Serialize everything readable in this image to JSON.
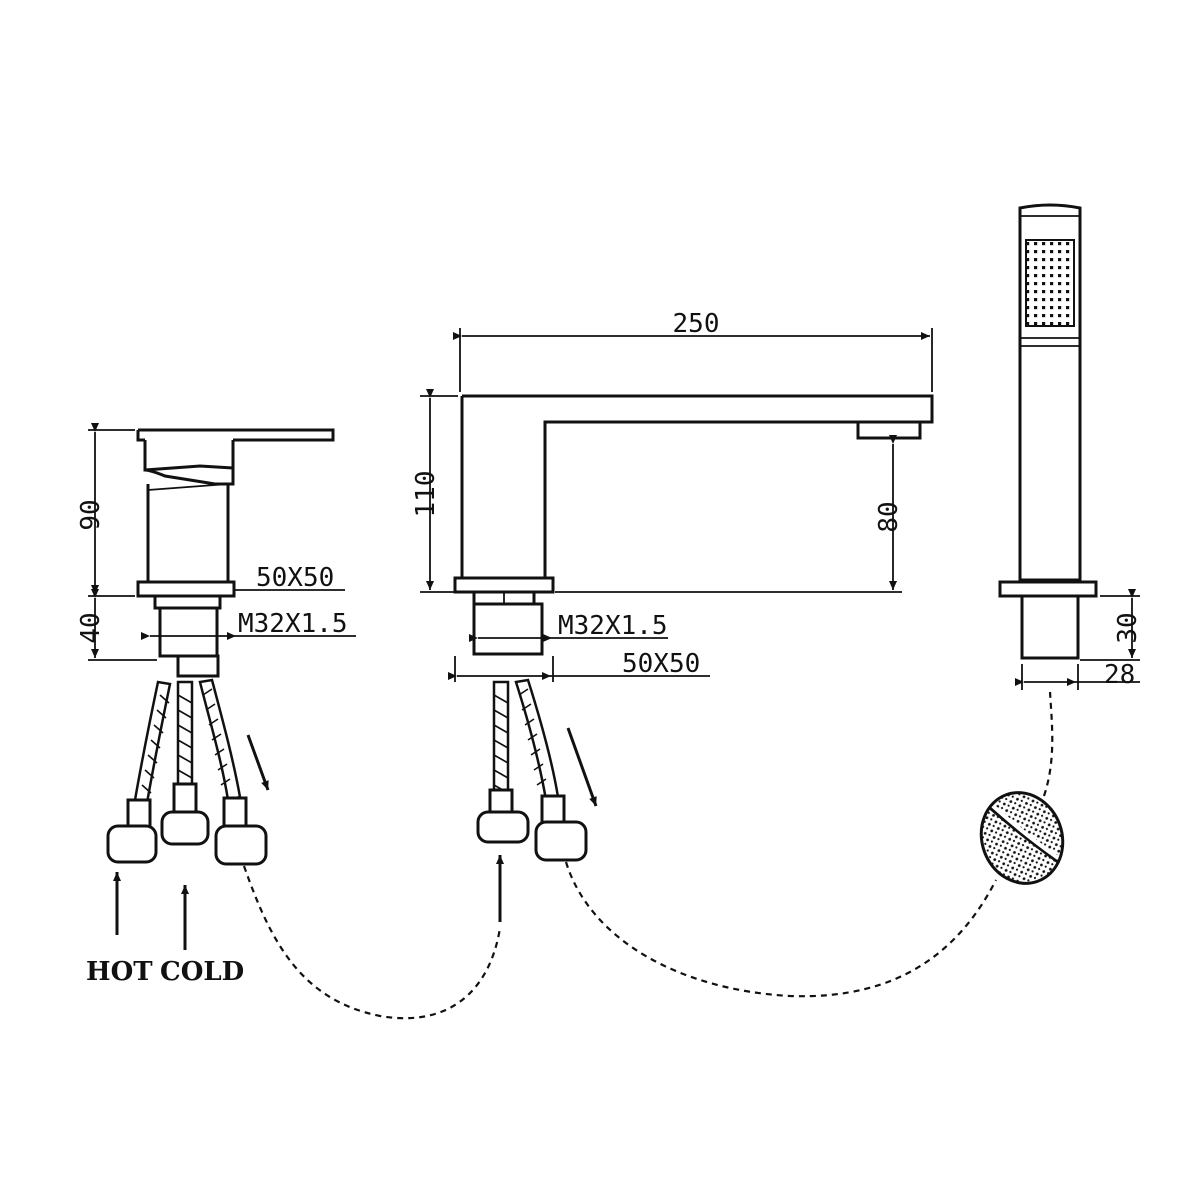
{
  "basin_mixer": {
    "height_label": "90",
    "base_height_label": "40",
    "footprint_label": "50X50",
    "thread_label": "M32X1.5"
  },
  "spout": {
    "length_label": "250",
    "height_label": "110",
    "outlet_height_label": "80",
    "thread_label": "M32X1.5",
    "footprint_label": "50X50"
  },
  "hand_shower": {
    "base_height_label": "30",
    "diameter_label": "28"
  },
  "inlets": {
    "hot_label": "HOT",
    "cold_label": "COLD"
  }
}
